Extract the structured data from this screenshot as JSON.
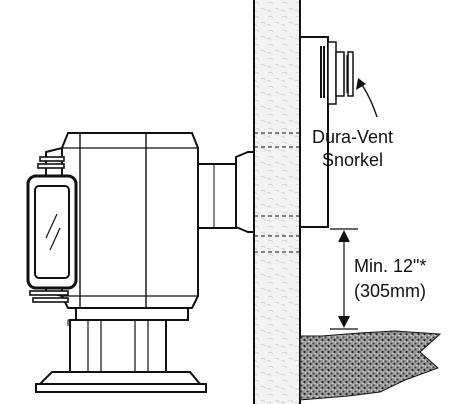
{
  "labels": {
    "snorkel_line1": "Dura-Vent",
    "snorkel_line2": "Snorkel",
    "min_line1": "Min. 12\"*",
    "min_line2": "(305mm)"
  },
  "colors": {
    "ink": "#111111",
    "wall_fill": "#f3f3f3",
    "paper": "#ffffff"
  }
}
